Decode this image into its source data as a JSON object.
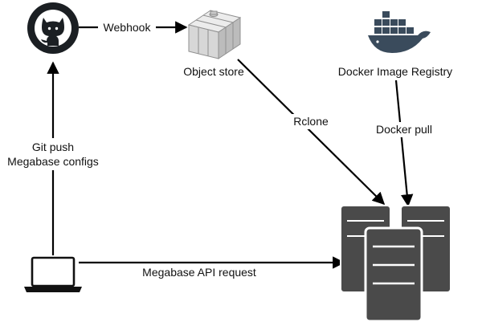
{
  "nodes": {
    "object_store": "Object store",
    "registry": "Docker Image Registry"
  },
  "edges": {
    "webhook": "Webhook",
    "rclone": "Rclone",
    "docker_pull": "Docker pull",
    "git_push_line1": "Git push",
    "git_push_line2": "Megabase configs",
    "api_request": "Megabase API request"
  },
  "icons": {
    "repo": "github-icon",
    "storage": "object-store-cube-icon",
    "registry": "docker-whale-icon",
    "client": "laptop-icon",
    "servers": "server-stack-icon"
  },
  "colors": {
    "github": "#1b1f23",
    "docker": "#3a4b5c",
    "server": "#4a4a4a",
    "line": "#000000"
  }
}
